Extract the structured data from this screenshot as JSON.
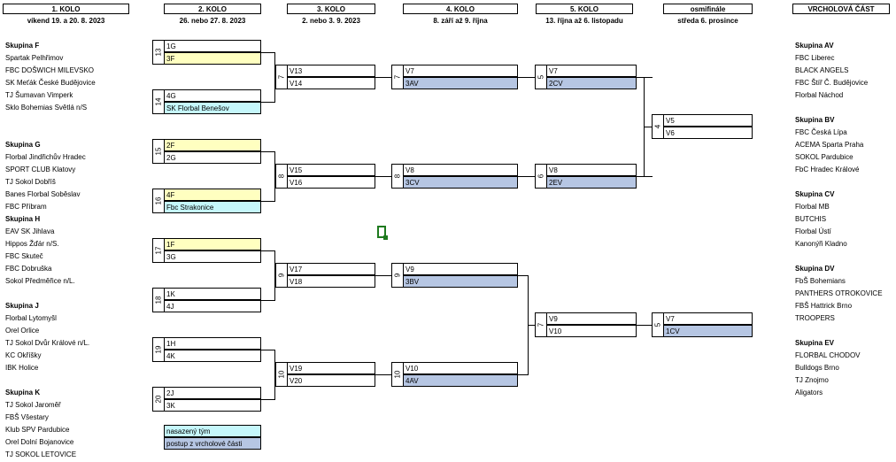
{
  "headers": [
    {
      "title": "1. KOLO",
      "sub": "víkend 19. a 20. 8. 2023"
    },
    {
      "title": "2. KOLO",
      "sub": "26. nebo 27. 8. 2023"
    },
    {
      "title": "3. KOLO",
      "sub": "2. nebo 3. 9. 2023"
    },
    {
      "title": "4. KOLO",
      "sub": "8. září až 9. října"
    },
    {
      "title": "5. KOLO",
      "sub": "13. října až 6. listopadu"
    },
    {
      "title": "osmifinále",
      "sub": "středa 6. prosince"
    },
    {
      "title": "VRCHOLOVÁ ČÁST",
      "sub": ""
    }
  ],
  "left_groups": [
    {
      "name": "Skupina F",
      "teams": [
        "Spartak Pelhřimov",
        "FBC DOŠWICH MILEVSKO",
        "SK Meťák České Budějovice",
        "TJ Šumavan Vimperk",
        "Sklo Bohemias Světlá n/S"
      ]
    },
    {
      "name": "Skupina G",
      "teams": [
        "Florbal Jindřichův Hradec",
        "SPORT CLUB Klatovy",
        "TJ Sokol Dobříš",
        "Banes Florbal Soběslav",
        "FBC Příbram"
      ]
    },
    {
      "name": "Skupina H",
      "teams": [
        "EAV SK Jihlava",
        "Hippos Žďár n/S.",
        "FBC Skuteč",
        "FBC Dobruška",
        "Sokol Předměřice n/L."
      ]
    },
    {
      "name": "Skupina J",
      "teams": [
        "Florbal Lytomyšl",
        "Orel Orlice",
        "TJ Sokol Dvůr Králové n/L.",
        "KC Okříšky",
        "IBK Holice"
      ]
    },
    {
      "name": "Skupina K",
      "teams": [
        "TJ Sokol Jaroměř",
        "FBŠ Všestary",
        "Klub SPV Pardubice",
        "Orel Dolní Bojanovice",
        "TJ SOKOL LETOVICE"
      ]
    }
  ],
  "right_groups": [
    {
      "name": "Skupina AV",
      "teams": [
        "FBC Liberec",
        "BLACK ANGELS",
        "FBC Štíř Č. Budějovice",
        "Florbal Náchod"
      ]
    },
    {
      "name": "Skupina BV",
      "teams": [
        "FBC Česká Lípa",
        "ACEMA Sparta Praha",
        "SOKOL Pardubice",
        "FbC Hradec Králové"
      ]
    },
    {
      "name": "Skupina CV",
      "teams": [
        "Florbal MB",
        "BUTCHIS",
        "Florbal Ústí",
        "Kanonýři Kladno"
      ]
    },
    {
      "name": "Skupina DV",
      "teams": [
        "FbŠ Bohemians",
        "PANTHERS OTROKOVICE",
        "FBŠ Hattrick Brno",
        "TROOPERS"
      ]
    },
    {
      "name": "Skupina EV",
      "teams": [
        "FLORBAL CHODOV",
        "Bulldogs Brno",
        "TJ Znojmo",
        "Aligators"
      ]
    }
  ],
  "round2": [
    {
      "num": "13",
      "a": "1G",
      "b": "3F"
    },
    {
      "num": "14",
      "a": "4G",
      "b": "SK Florbal Benešov"
    },
    {
      "num": "15",
      "a": "2F",
      "b": "2G"
    },
    {
      "num": "16",
      "a": "4F",
      "b": "Fbc Strakonice"
    },
    {
      "num": "17",
      "a": "1F",
      "b": "3G"
    },
    {
      "num": "18",
      "a": "1K",
      "b": "4J"
    },
    {
      "num": "19",
      "a": "1H",
      "b": "4K"
    },
    {
      "num": "20",
      "a": "2J",
      "b": "3K"
    }
  ],
  "round3": [
    {
      "num": "7",
      "a": "V13",
      "b": "V14"
    },
    {
      "num": "8",
      "a": "V15",
      "b": "V16"
    },
    {
      "num": "9",
      "a": "V17",
      "b": "V18"
    },
    {
      "num": "10",
      "a": "V19",
      "b": "V20"
    }
  ],
  "round4": [
    {
      "num": "7",
      "a": "V7",
      "b": "3AV"
    },
    {
      "num": "8",
      "a": "V8",
      "b": "3CV"
    },
    {
      "num": "9",
      "a": "V9",
      "b": "3BV"
    },
    {
      "num": "10",
      "a": "V10",
      "b": "4AV"
    }
  ],
  "round5": [
    {
      "num": "5",
      "a": "V7",
      "b": "2CV"
    },
    {
      "num": "6",
      "a": "V8",
      "b": "2EV"
    },
    {
      "num": "7",
      "a": "V9",
      "b": "V10"
    }
  ],
  "round16": [
    {
      "num": "4",
      "a": "V5",
      "b": "V6"
    },
    {
      "num": "5",
      "a": "V7",
      "b": "1CV"
    }
  ],
  "legend": {
    "seeded": "nasazený tým",
    "top": "postup z vrcholové části"
  },
  "colors": {
    "yellow": "#ffffc0",
    "cyan": "#c5f7fb",
    "blue": "#b6c6e3"
  }
}
